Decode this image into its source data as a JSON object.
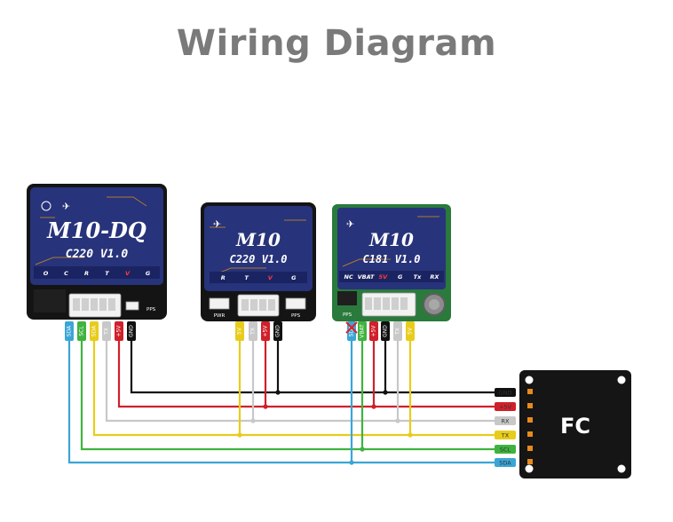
{
  "title": "Wiring Diagram",
  "colors": {
    "GND": "#111111",
    "5V": "#d0202a",
    "RX": "#c8c8c8",
    "TX": "#e8cc1c",
    "SCL": "#3fb33f",
    "SDA": "#3aa6d6",
    "board_blue": "#27337a",
    "board_green": "#2a7a3c"
  },
  "modules": [
    {
      "name": "M10-DQ",
      "version": "C220 V1.0",
      "pins": [
        "SDA",
        "SCL",
        "SDA",
        "TX",
        "+5V",
        "GND"
      ],
      "pads": [
        "O",
        "C",
        "R",
        "T",
        "V",
        "G"
      ],
      "pps_label": "PPS"
    },
    {
      "name": "M10",
      "version": "C220 V1.0",
      "pins": [
        "5V",
        "TX",
        "+5V",
        "GND"
      ],
      "pads": [
        "R",
        "T",
        "V",
        "G"
      ],
      "pwr_label": "PWR",
      "pps_label": "PPS"
    },
    {
      "name": "M10",
      "version": "C181 V1.0",
      "pins": [
        "SDA",
        "VBAT",
        "+5V",
        "GND",
        "TX",
        "5V"
      ],
      "pads": [
        "NC",
        "VBAT",
        "5V",
        "G",
        "Tx",
        "RX"
      ],
      "pps_label": "PPS"
    }
  ],
  "fc": {
    "label": "FC",
    "pins": [
      "GND",
      "+5V",
      "RX",
      "TX",
      "SCL",
      "SDA"
    ]
  }
}
